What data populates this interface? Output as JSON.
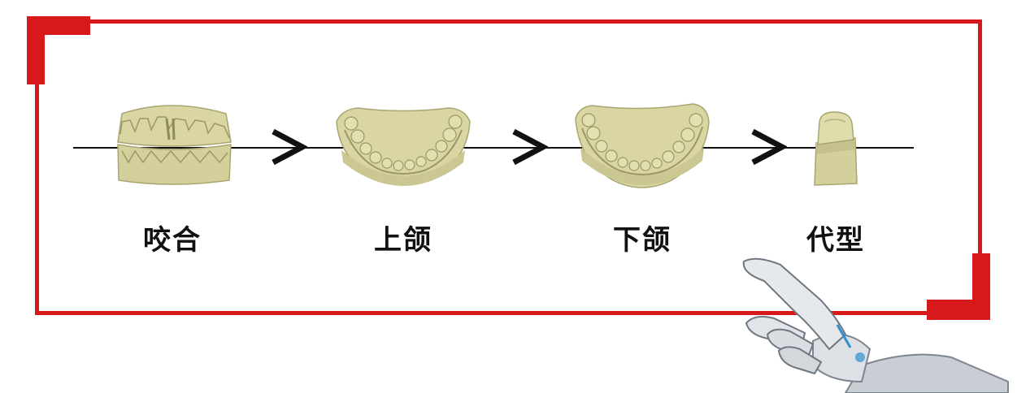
{
  "colors": {
    "frame": "#d7191c",
    "model": "#d9d6a4",
    "model_shadow": "#b7b37e",
    "line": "#111111",
    "robot": "#c9ced4"
  },
  "steps": [
    {
      "label": "咬合",
      "icon": "occlusion-model-icon"
    },
    {
      "label": "上颌",
      "icon": "upper-jaw-model-icon"
    },
    {
      "label": "下颌",
      "icon": "lower-jaw-model-icon"
    },
    {
      "label": "代型",
      "icon": "die-model-icon"
    }
  ],
  "arrows": [
    {
      "icon": "chevron-right-icon"
    },
    {
      "icon": "chevron-right-icon"
    },
    {
      "icon": "chevron-right-icon"
    }
  ],
  "decoration": {
    "icon": "robot-hand-icon"
  }
}
